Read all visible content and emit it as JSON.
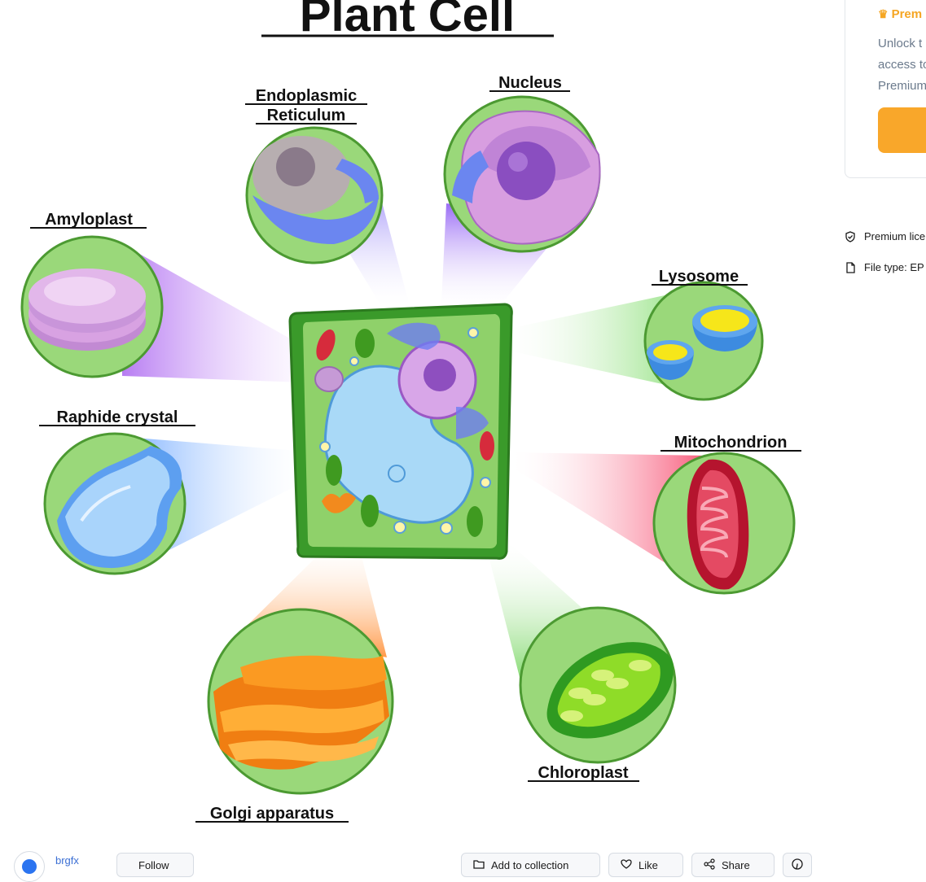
{
  "diagram": {
    "title": "Plant Cell",
    "labels": {
      "endoplasmic_reticulum": [
        "Endoplasmic",
        "Reticulum"
      ],
      "nucleus": "Nucleus",
      "amyloplast": "Amyloplast",
      "lysosome": "Lysosome",
      "raphide_crystal": "Raphide crystal",
      "mitochondrion": "Mitochondrion",
      "golgi_apparatus": "Golgi apparatus",
      "chloroplast": "Chloroplast"
    }
  },
  "sidebar": {
    "premium_title": "Prem",
    "unlock_lines": [
      "Unlock t",
      "access to",
      "Premium"
    ],
    "premium_license": "Premium lice",
    "file_type": "File type: EP"
  },
  "footer": {
    "author": "brgfx",
    "follow": "Follow",
    "add_to_collection": "Add to collection",
    "like": "Like",
    "share": "Share"
  },
  "colors": {
    "accent_orange": "#f9a72a",
    "link_blue": "#3b6fd4",
    "cell_green": "#4caf3a",
    "circle_fill": "#9ad87a"
  }
}
